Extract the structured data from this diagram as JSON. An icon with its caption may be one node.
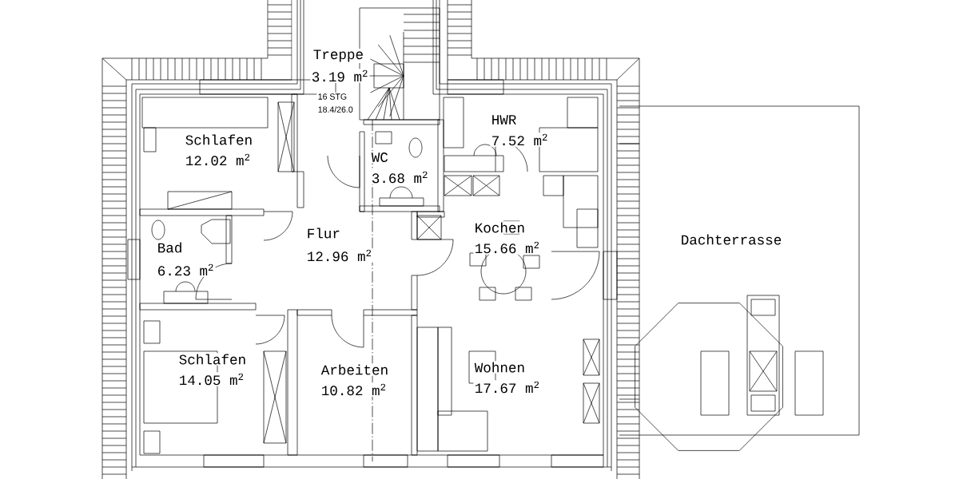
{
  "diagram": {
    "labels": [
      "Treppe",
      "3.19 m$^{2}$",
      "16 STG",
      "18.4/26.0",
      "Schlafen",
      "12.02 m$^{2}$",
      "HWR",
      "7.52 m$^{2}$",
      "WC",
      "3.68 m$^{2}$",
      "Flur",
      "12.96 m$^{2}$",
      "Kochen",
      "15.66 m$^{2}$",
      "Bad",
      "6.23 m$^{2}$",
      "Dachterrasse",
      "Schlafen",
      "14.05 m$^{2}$",
      "Arbeiten",
      "10.82 m$^{2}$",
      "Wohnen",
      "17.67 m$^{2}$"
    ]
  }
}
